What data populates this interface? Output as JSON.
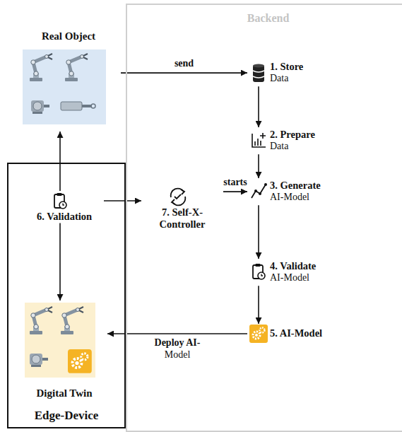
{
  "diagram": {
    "nodes": [
      {
        "text": [
          "Real Object"
        ]
      },
      {
        "text": [
          "Backend"
        ]
      },
      {
        "text": [
          "1. Store",
          "Data"
        ],
        "in": 1
      },
      {
        "text": [
          "2. Prepare",
          "Data"
        ],
        "in": 1
      },
      {
        "text": [
          "3. Generate",
          "AI-Model"
        ],
        "in": 1
      },
      {
        "text": [
          "Edge-Device"
        ]
      },
      {
        "text": [
          "6. Validation"
        ],
        "in": 5
      },
      {
        "text": [
          "7. Self-X-Controller"
        ],
        "in": 1
      },
      {
        "text": [
          "4. Validate",
          "AI-Model"
        ],
        "in": 1
      },
      {
        "text": [
          "5. AI-Model"
        ],
        "in": 1
      },
      {
        "text": [
          "Digital Twin"
        ],
        "in": 5
      }
    ],
    "edges": [
      {
        "from": 0,
        "to": 2,
        "arrow": "to",
        "label": "send"
      },
      {
        "from": 2,
        "to": 3,
        "arrow": "to"
      },
      {
        "from": 3,
        "to": 4,
        "arrow": "to"
      },
      {
        "from": 4,
        "to": 8,
        "arrow": "to"
      },
      {
        "from": 8,
        "to": 9,
        "arrow": "to"
      },
      {
        "from": 6,
        "to": 0,
        "arrow": "to"
      },
      {
        "from": 6,
        "to": 7,
        "arrow": "to"
      },
      {
        "from": 7,
        "to": 4,
        "arrow": "to",
        "label": "starts"
      },
      {
        "from": 6,
        "to": 10,
        "arrow": "to"
      },
      {
        "from": 9,
        "to": 10,
        "arrow": "to",
        "label": "Deploy AI-Model"
      }
    ]
  }
}
